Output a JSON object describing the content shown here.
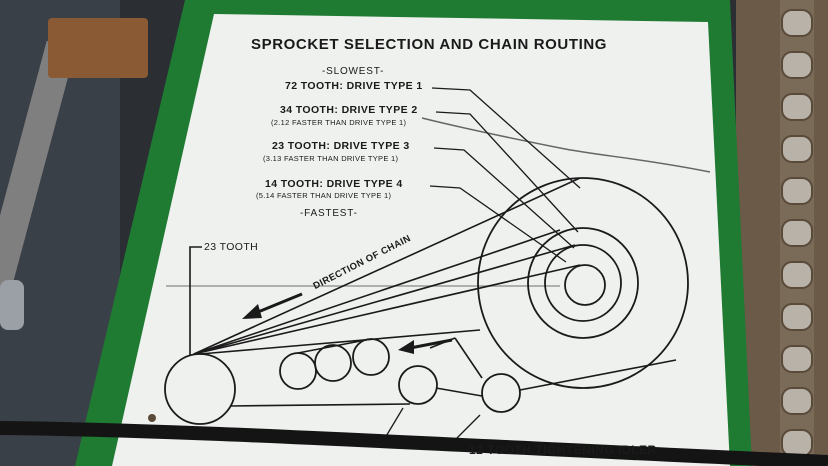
{
  "sign": {
    "title": "SPROCKET SELECTION AND CHAIN ROUTING",
    "slowest": "-SLOWEST-",
    "fastest": "-FASTEST-",
    "drives": [
      {
        "label": "72 TOOTH:  DRIVE TYPE 1",
        "note": ""
      },
      {
        "label": "34 TOOTH:  DRIVE TYPE 2",
        "note": "(2.12 FASTER THAN DRIVE TYPE 1)"
      },
      {
        "label": "23 TOOTH:  DRIVE TYPE 3",
        "note": "(3.13 FASTER THAN DRIVE TYPE 1)"
      },
      {
        "label": "14 TOOTH:  DRIVE TYPE 4",
        "note": "(5.14 FASTER THAN DRIVE TYPE 1)"
      }
    ],
    "left_sprocket_label": "23 TOOTH",
    "direction_label": "DIRECTION OF CHAIN",
    "idler_label": "12 TOOTH TIGHTENING IDLER"
  },
  "colors": {
    "plate_white": "#eef1ee",
    "frame_green": "#1f7a32",
    "ink": "#1a1a1a",
    "chain_metal": "#9a948a",
    "rust": "#8a5a34"
  }
}
